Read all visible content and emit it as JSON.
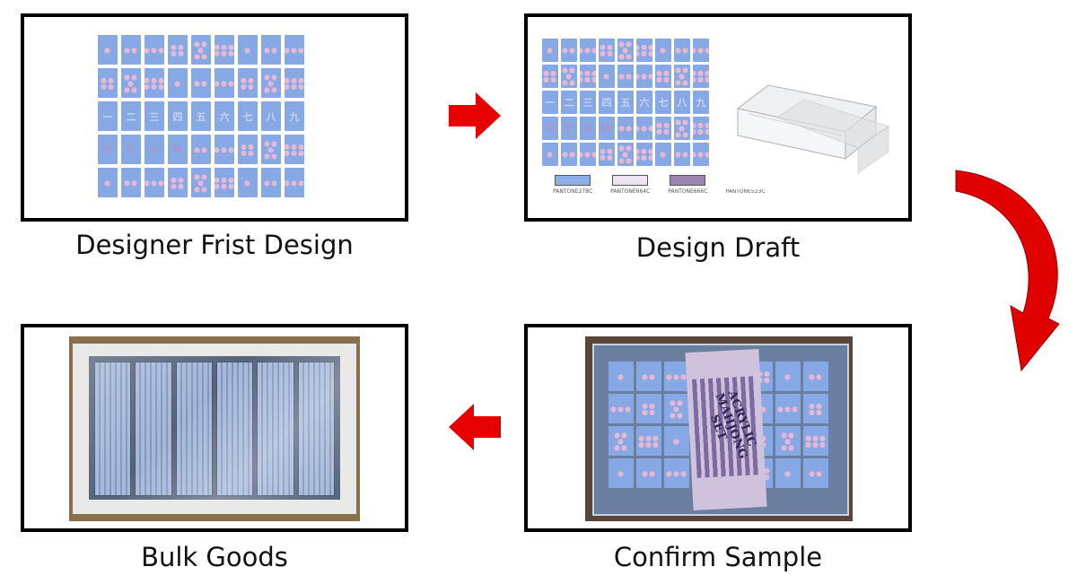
{
  "captions": {
    "first": "Designer Frist Design",
    "draft": "Design Draft",
    "sample": "Confirm Sample",
    "bulk": "Bulk Goods"
  },
  "tile_marks": {
    "row3": [
      "一",
      "二",
      "三",
      "四",
      "五",
      "六",
      "七",
      "八",
      "九"
    ],
    "row4": [
      "N",
      "E",
      "S",
      "W"
    ]
  },
  "swatches": [
    {
      "label": "PANTONE278C",
      "color": "#8ab0e6"
    },
    {
      "label": "PANTONE664C",
      "color": "#ece4f0"
    },
    {
      "label": "PANTONE666C",
      "color": "#9a84ad"
    },
    {
      "label": "PANTONE523C",
      "color": "#d3bcd8"
    }
  ],
  "sample_box": {
    "title_line1": "ACRYLIC",
    "title_line2": "MAHJONG SET"
  },
  "colors": {
    "tile": "#86a8e4",
    "arrow": "#e60000",
    "border": "#000000"
  }
}
